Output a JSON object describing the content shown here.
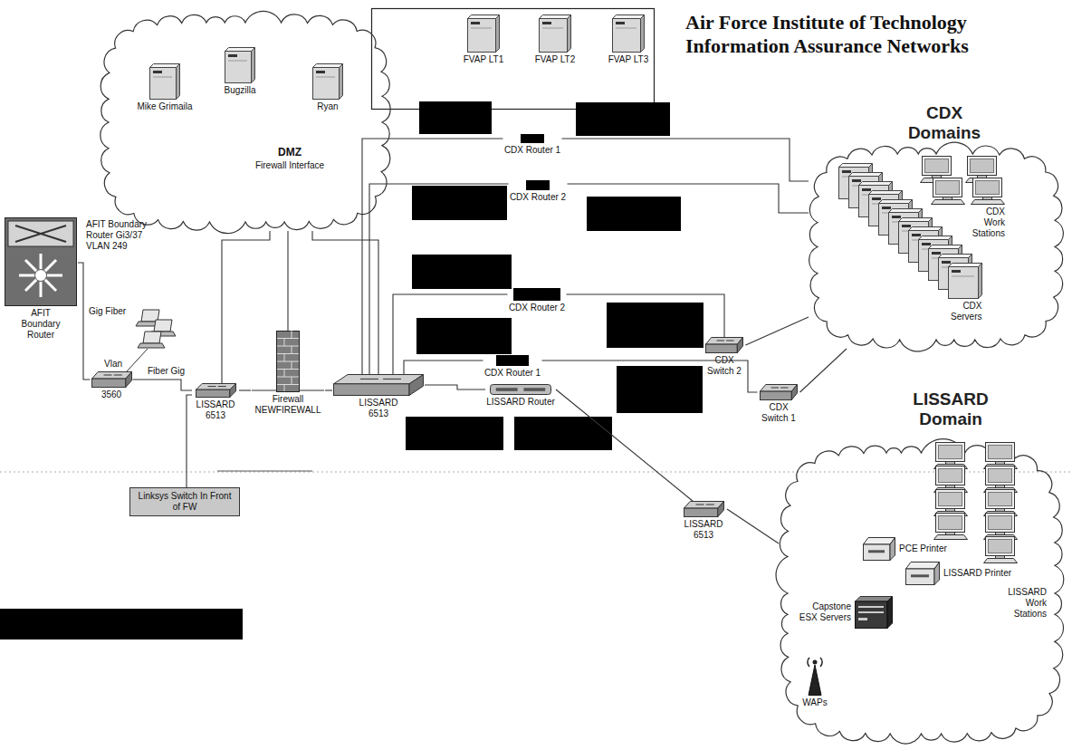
{
  "diagram": {
    "title": "Air Force Institute of Technology Information Assurance Networks",
    "nodes": [
      {
        "text": [
          "DMZ",
          "Firewall Interface"
        ]
      },
      {
        "text": [
          "Mike Grimaila"
        ],
        "in": 0
      },
      {
        "text": [
          "Bugzilla"
        ],
        "in": 0
      },
      {
        "text": [
          "Ryan"
        ],
        "in": 0
      },
      {
        "text": [
          "FVAP LT1"
        ]
      },
      {
        "text": [
          "FVAP LT2"
        ]
      },
      {
        "text": [
          "FVAP LT3"
        ]
      },
      {
        "text": [
          "CDX Domains"
        ]
      },
      {
        "text": [
          "CDX Servers"
        ],
        "in": 7
      },
      {
        "text": [
          "CDX Work Stations"
        ],
        "in": 7
      },
      {
        "text": [
          "AFIT Boundary Router"
        ]
      },
      {
        "text": [
          "3560"
        ]
      },
      {
        "text": [
          "LISSARD 6513"
        ]
      },
      {
        "text": [
          "Firewall NEWFIREWALL"
        ]
      },
      {
        "text": [
          "LISSARD 6513"
        ]
      },
      {
        "text": [
          "CDX Router 1"
        ]
      },
      {
        "text": [
          "CDX Router 2"
        ]
      },
      {
        "text": [
          "CDX Router 2"
        ]
      },
      {
        "text": [
          "CDX Router 1"
        ]
      },
      {
        "text": [
          "LISSARD Router"
        ]
      },
      {
        "text": [
          "CDX Switch 2"
        ]
      },
      {
        "text": [
          "CDX Switch 1"
        ]
      },
      {
        "text": [
          "Linksys Switch In Front of FW"
        ]
      },
      {
        "text": [
          "LISSARD 6513"
        ]
      },
      {
        "text": [
          "LISSARD Domain"
        ]
      },
      {
        "text": [
          "PCE Printer"
        ],
        "in": 24
      },
      {
        "text": [
          "LISSARD Printer"
        ],
        "in": 24
      },
      {
        "text": [
          "Capstone ESX Servers"
        ],
        "in": 24
      },
      {
        "text": [
          "WAPs"
        ],
        "in": 24
      },
      {
        "text": [
          "LISSARD Work Stations"
        ],
        "in": 24
      }
    ],
    "edges": [
      {
        "from": 10,
        "to": 11,
        "arrow": "none"
      },
      {
        "from": 11,
        "to": 12,
        "arrow": "none"
      },
      {
        "from": 12,
        "to": 22,
        "arrow": "none"
      },
      {
        "from": 12,
        "to": 13,
        "arrow": "none"
      },
      {
        "from": 12,
        "to": 0,
        "arrow": "none"
      },
      {
        "from": 13,
        "to": 0,
        "arrow": "none"
      },
      {
        "from": 14,
        "to": 0,
        "arrow": "none"
      },
      {
        "from": 13,
        "to": 14,
        "arrow": "none"
      },
      {
        "from": 14,
        "to": 15,
        "arrow": "none"
      },
      {
        "from": 14,
        "to": 16,
        "arrow": "none"
      },
      {
        "from": 15,
        "to": 7,
        "arrow": "none"
      },
      {
        "from": 16,
        "to": 7,
        "arrow": "none"
      },
      {
        "from": 14,
        "to": 17,
        "arrow": "none"
      },
      {
        "from": 17,
        "to": 20,
        "arrow": "none"
      },
      {
        "from": 20,
        "to": 7,
        "arrow": "none"
      },
      {
        "from": 14,
        "to": 18,
        "arrow": "none"
      },
      {
        "from": 18,
        "to": 21,
        "arrow": "none"
      },
      {
        "from": 21,
        "to": 7,
        "arrow": "none"
      },
      {
        "from": 14,
        "to": 19,
        "arrow": "none"
      },
      {
        "from": 19,
        "to": 23,
        "arrow": "none"
      },
      {
        "from": 23,
        "to": 24,
        "arrow": "none"
      }
    ],
    "labels": [
      "AFIT Boundary Router Gi3/37 VLAN 249",
      "Gig Fiber",
      "Vlan",
      "Fiber Gig"
    ]
  }
}
